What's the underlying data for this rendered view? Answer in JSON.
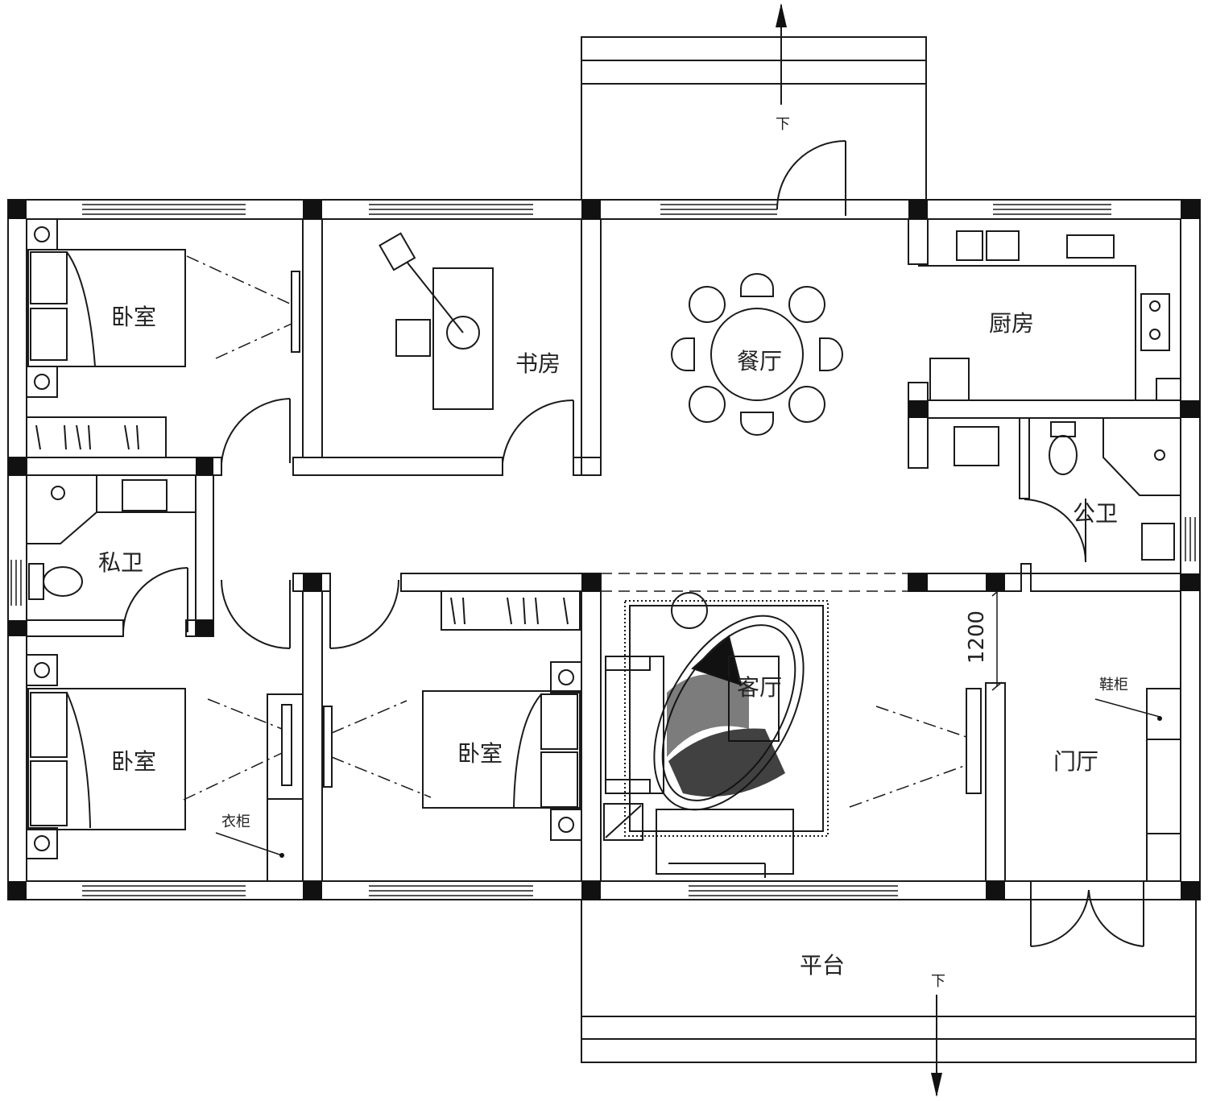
{
  "rooms": {
    "bedroom_nw": "卧室",
    "study": "书房",
    "dining": "餐厅",
    "kitchen": "厨房",
    "private_bath": "私卫",
    "public_bath": "公卫",
    "bedroom_sw": "卧室",
    "bedroom_mid": "卧室",
    "living": "客厅",
    "foyer": "门厅",
    "terrace": "平台"
  },
  "annotations": {
    "wardrobe": "衣柜",
    "shoe_cabinet": "鞋柜",
    "stair_down_top": "下",
    "stair_down_bottom": "下",
    "dimension_1200": "1200"
  },
  "colors": {
    "line": "#1a1a1a",
    "column": "#111111",
    "background": "#ffffff"
  }
}
